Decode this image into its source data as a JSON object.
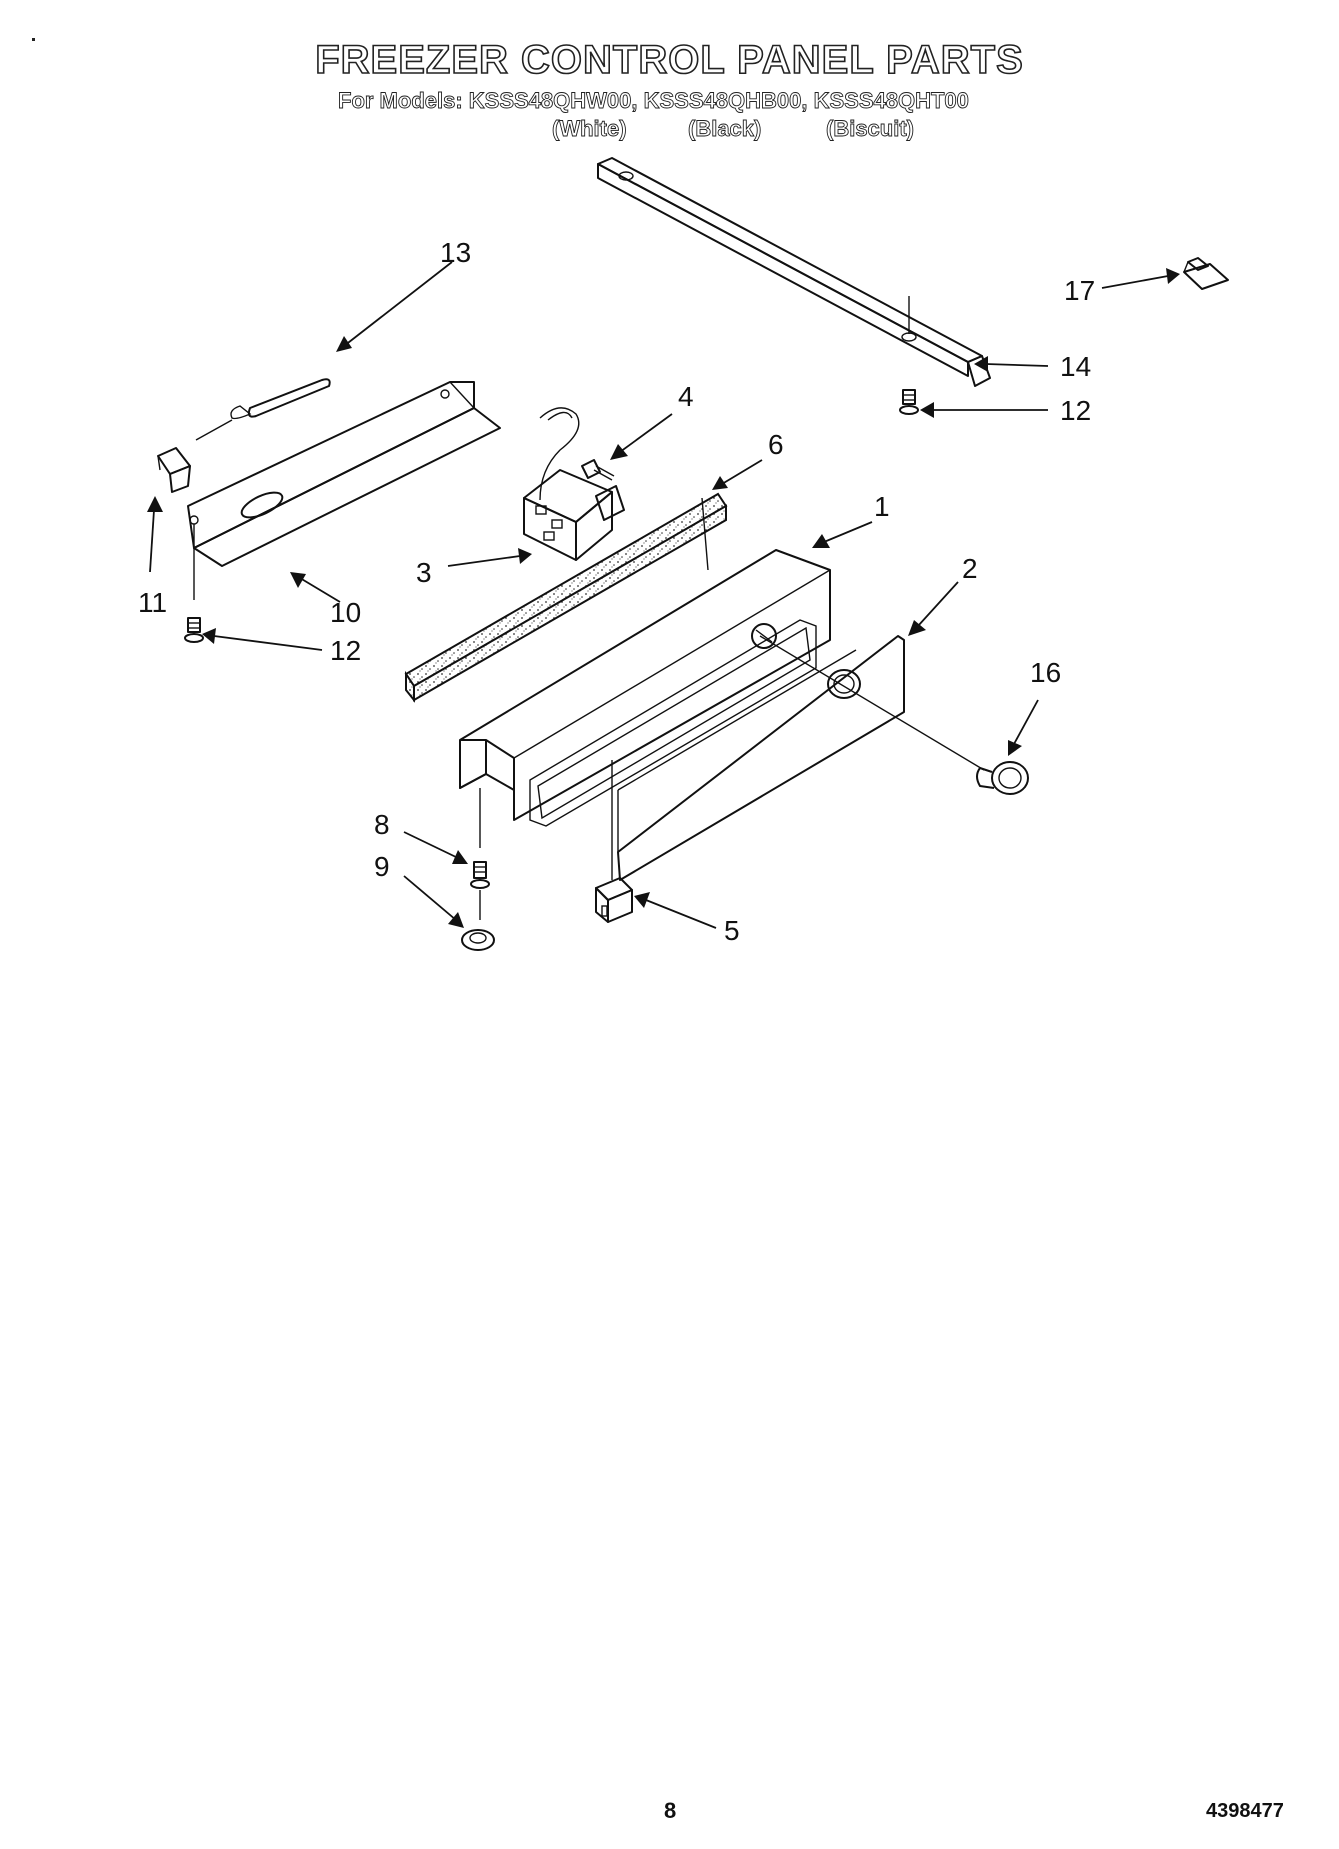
{
  "title": "FREEZER CONTROL PANEL PARTS",
  "models_line": "For Models: KSSS48QHW00, KSSS48QHB00, KSSS48QHT00",
  "color_labels": [
    "(White)",
    "(Black)",
    "(Biscuit)"
  ],
  "callouts": {
    "c1": "1",
    "c2": "2",
    "c3": "3",
    "c4": "4",
    "c5": "5",
    "c6": "6",
    "c8": "8",
    "c9": "9",
    "c10": "10",
    "c11": "11",
    "c12a": "12",
    "c12b": "12",
    "c13": "13",
    "c14": "14",
    "c16": "16",
    "c17": "17"
  },
  "page_number": "8",
  "doc_number": "4398477"
}
